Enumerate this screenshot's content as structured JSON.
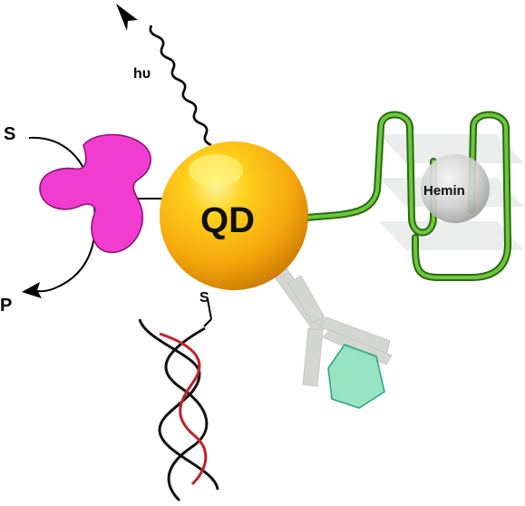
{
  "labels": {
    "substrate": "S",
    "product": "P",
    "photon": "hυ",
    "quantum_dot": "QD",
    "thiol": "S",
    "hemin": "Hemin"
  },
  "colors": {
    "qd_core": "#f4a60b",
    "qd_highlight": "#fff07a",
    "enzyme": "#f03ccf",
    "g_quadruplex": "#3f8f1e",
    "hemin_sphere": "#c8c8c8",
    "antibody": "#d3d6d3",
    "antigen": "#8ce0be",
    "dna_strand_1": "#c0222e",
    "dna_strand_2": "#111111"
  },
  "icons": {
    "photon": "wavy-arrow-icon",
    "enzyme": "enzyme-blob-icon",
    "antibody": "antibody-y-icon",
    "antigen": "antigen-pentagon-icon",
    "dna": "double-helix-icon",
    "g_quadruplex": "g-quadruplex-icon"
  }
}
